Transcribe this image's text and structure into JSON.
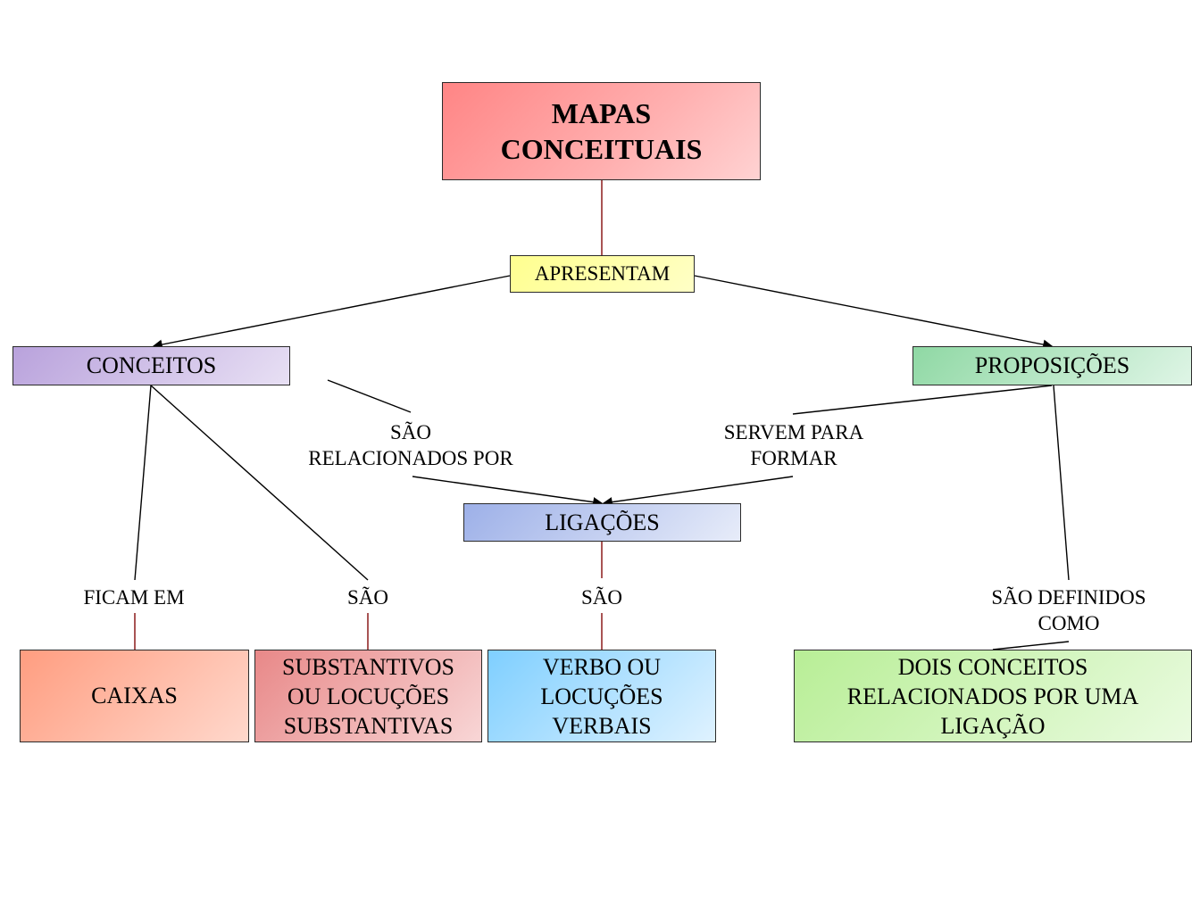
{
  "concepts": {
    "title": [
      "MAPAS",
      "CONCEITUAIS"
    ],
    "apresentam": "APRESENTAM",
    "conceitos": "CONCEITOS",
    "proposicoes": "PROPOSIÇÕES",
    "ligacoes": "LIGAÇÕES",
    "caixas": "CAIXAS",
    "substantivos": [
      "SUBSTANTIVOS",
      "OU LOCUÇÕES",
      "SUBSTANTIVAS"
    ],
    "verbo": [
      "VERBO OU",
      "LOCUÇÕES",
      "VERBAIS"
    ],
    "dois_conceitos": [
      "DOIS CONCEITOS",
      "RELACIONADOS POR UMA",
      "LIGAÇÃO"
    ]
  },
  "link_labels": {
    "sao_relacionados": [
      "SÃO",
      "RELACIONADOS POR"
    ],
    "servem": [
      "SERVEM PARA",
      "FORMAR"
    ],
    "ficam_em": "FICAM EM",
    "sao_substantivos": "SÃO",
    "sao_verbo": "SÃO",
    "sao_definidos": [
      "SÃO DEFINIDOS",
      "COMO"
    ]
  },
  "colors": {
    "title_fill": "#ff8585",
    "apresentam_fill": "#ffff8f",
    "conceitos_fill": "#b9a2dc",
    "proposicoes_fill": "#8fd8a4",
    "ligacoes_fill": "#9db0e8",
    "caixas_fill": "#ff9d80",
    "substantivos_fill": "#e88888",
    "verbo_fill": "#7fcfff",
    "dois_conceitos_fill": "#b8ee96",
    "connector_dark": "#000000",
    "connector_red": "#8b1a1a"
  }
}
